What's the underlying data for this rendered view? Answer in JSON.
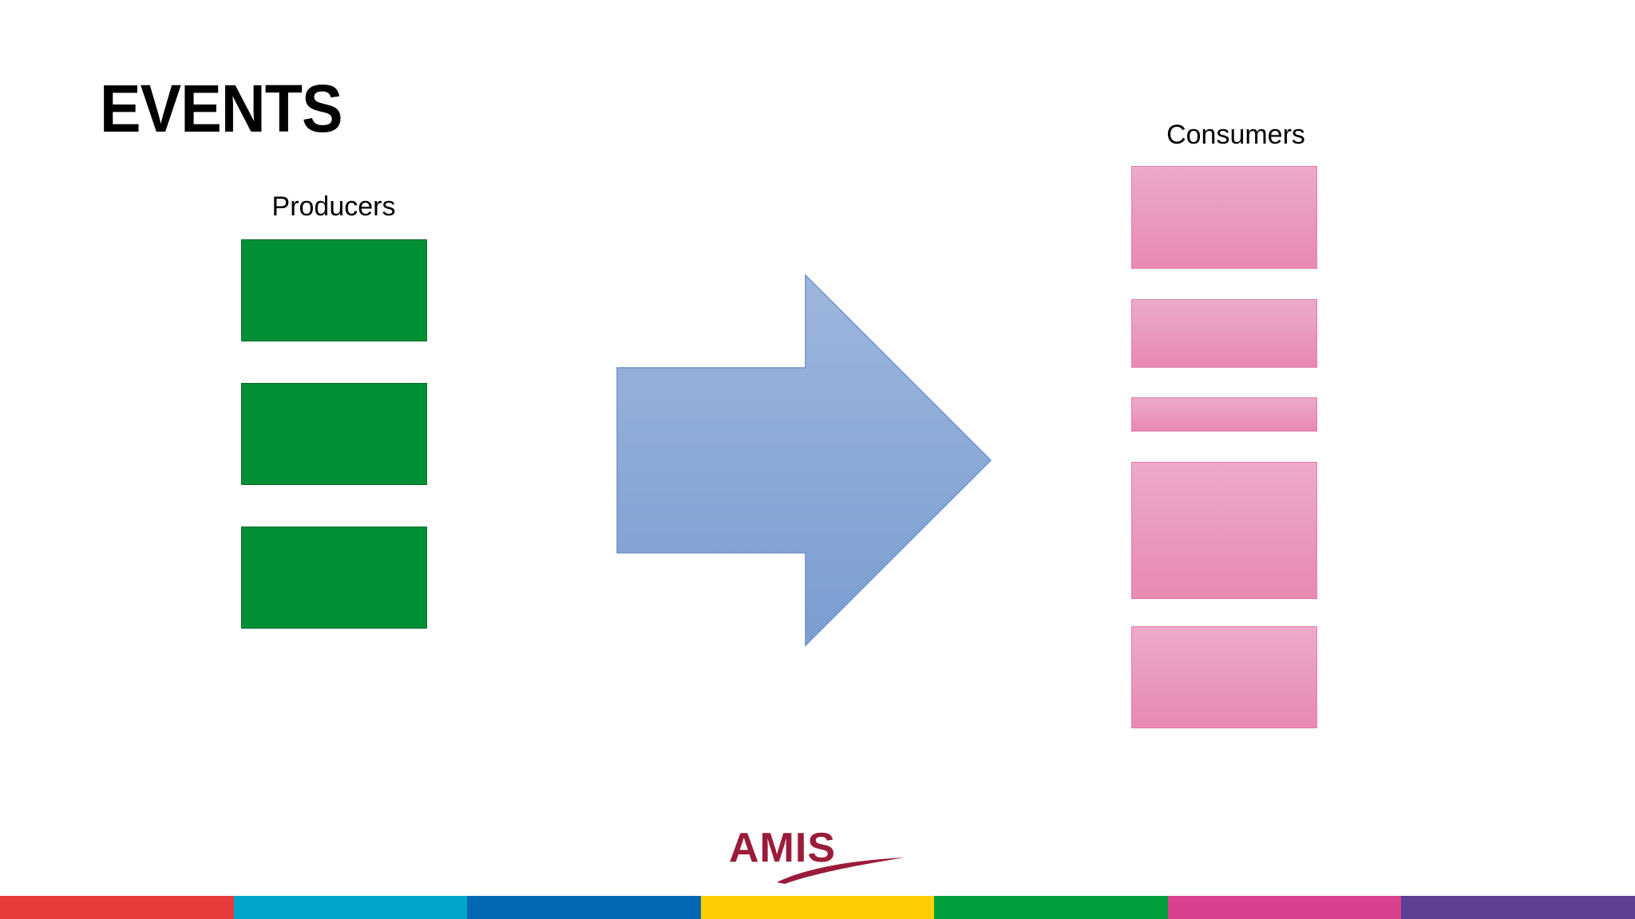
{
  "slide": {
    "title": "EVENTS"
  },
  "producers": {
    "label": "Producers",
    "count": 3,
    "color": "#008f35"
  },
  "consumers": {
    "label": "Consumers",
    "count": 5,
    "color": "#e889b1"
  },
  "arrow": {
    "direction": "right",
    "color_top": "#9db6dd",
    "color_bottom": "#7a9dd0"
  },
  "logo": {
    "text": "AMIS",
    "color": "#9b1b3a"
  },
  "footer_bar": {
    "colors": [
      "#e63b3b",
      "#00a6c9",
      "#0068b5",
      "#ffcd00",
      "#00a03c",
      "#d9418c",
      "#5f3f93"
    ]
  }
}
